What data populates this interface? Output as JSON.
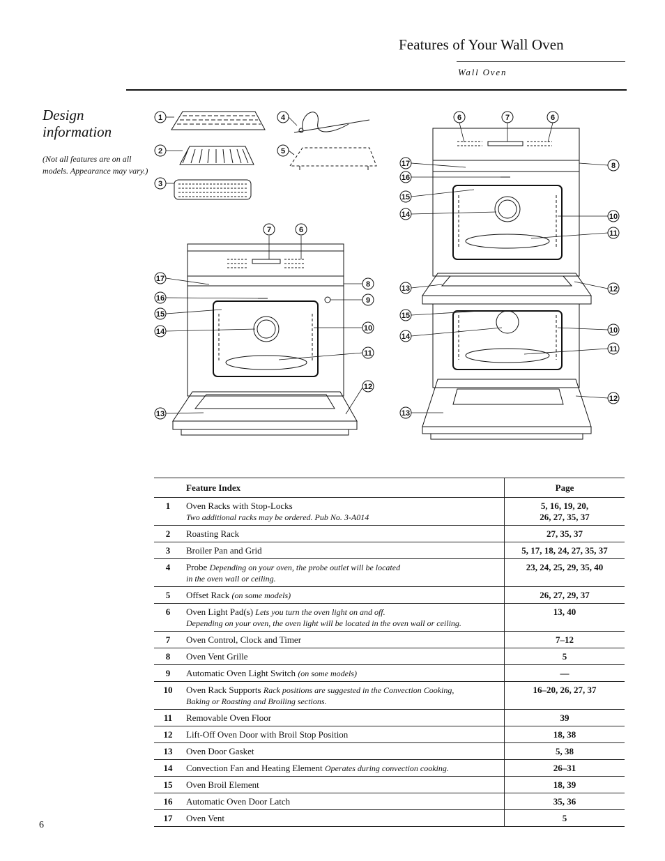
{
  "header": {
    "title": "Features of Your Wall Oven",
    "subtitle": "Wall Oven"
  },
  "section": {
    "title": "Design information",
    "note": "(Not all features are on all models. Appearance may vary.)"
  },
  "diagram": {
    "callouts": [
      "1",
      "2",
      "3",
      "4",
      "5",
      "6",
      "7",
      "8",
      "9",
      "10",
      "11",
      "12",
      "13",
      "14",
      "15",
      "16",
      "17"
    ]
  },
  "table": {
    "header_feature": "Feature Index",
    "header_page": "Page",
    "rows": [
      {
        "num": "1",
        "name": "Oven Racks with Stop-Locks",
        "note": "Two additional racks may be ordered. Pub No. 3-A014",
        "pages": "5, 16, 19, 20,",
        "pages2": "26, 27, 35, 37"
      },
      {
        "num": "2",
        "name": "Roasting Rack",
        "note": "",
        "pages": "27, 35, 37",
        "pages2": ""
      },
      {
        "num": "3",
        "name": "Broiler Pan and Grid",
        "note": "",
        "pages": "5, 17, 18, 24, 27, 35, 37",
        "pages2": ""
      },
      {
        "num": "4",
        "name": "Probe",
        "note": "Depending on your oven, the probe outlet will be located",
        "note2": "in the oven wall or ceiling.",
        "pages": "23, 24, 25, 29, 35, 40",
        "pages2": ""
      },
      {
        "num": "5",
        "name": "Offset Rack",
        "note": "(on some models)",
        "pages": "26, 27, 29, 37",
        "pages2": ""
      },
      {
        "num": "6",
        "name": "Oven Light Pad(s)",
        "note": "Lets you turn the oven light on and off.",
        "note2": "Depending on your oven, the oven light will be located in the oven wall or ceiling.",
        "pages": "13, 40",
        "pages2": ""
      },
      {
        "num": "7",
        "name": "Oven Control, Clock and Timer",
        "note": "",
        "pages": "7–12",
        "pages2": ""
      },
      {
        "num": "8",
        "name": "Oven Vent Grille",
        "note": "",
        "pages": "5",
        "pages2": ""
      },
      {
        "num": "9",
        "name": "Automatic Oven Light Switch",
        "note": "(on some models)",
        "pages": "—",
        "pages2": ""
      },
      {
        "num": "10",
        "name": "Oven Rack Supports",
        "note": "Rack positions are suggested in the Convection Cooking,",
        "note2": "Baking or Roasting and Broiling sections.",
        "pages": "16–20, 26, 27, 37",
        "pages2": ""
      },
      {
        "num": "11",
        "name": "Removable Oven Floor",
        "note": "",
        "pages": "39",
        "pages2": ""
      },
      {
        "num": "12",
        "name": "Lift-Off Oven Door with Broil Stop Position",
        "note": "",
        "pages": "18, 38",
        "pages2": ""
      },
      {
        "num": "13",
        "name": "Oven Door Gasket",
        "note": "",
        "pages": "5, 38",
        "pages2": ""
      },
      {
        "num": "14",
        "name": "Convection Fan and Heating Element",
        "note": "Operates during convection cooking.",
        "pages": "26–31",
        "pages2": ""
      },
      {
        "num": "15",
        "name": "Oven Broil Element",
        "note": "",
        "pages": "18, 39",
        "pages2": ""
      },
      {
        "num": "16",
        "name": "Automatic Oven Door Latch",
        "note": "",
        "pages": "35, 36",
        "pages2": ""
      },
      {
        "num": "17",
        "name": "Oven Vent",
        "note": "",
        "pages": "5",
        "pages2": ""
      }
    ]
  },
  "footer": {
    "page_number": "6"
  }
}
